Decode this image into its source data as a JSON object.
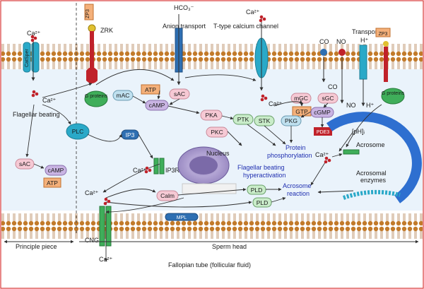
{
  "labels": {
    "ca2_top_left": "Ca²⁺",
    "catsper": "CatSper",
    "zp3_left": "ZP3",
    "zrk": "ZRK",
    "g_proteins_left": "G proteins",
    "anion_transport": "Anion transport",
    "hco3": "HCO₃⁻",
    "t_type_channel": "T-type calcium channel",
    "ca2_top_center": "Ca²⁺",
    "co": "CO",
    "no_top": "NO",
    "transporter": "Transporter",
    "h_plus_top": "H⁺",
    "zp3_right": "ZP3",
    "g_proteins_right": "G proteins",
    "ca2_left_mid": "Ca²⁺",
    "flagellar_beating": "Flagellar beating",
    "plc": "PLC",
    "sac_left": "sAC",
    "camp_left": "cAMP",
    "atp_left": "ATP",
    "mac": "mAC",
    "atp_center": "ATP",
    "camp_center": "cAMP",
    "sac_center": "sAC",
    "pka": "PKA",
    "ptk": "PTK",
    "pkc": "PKC",
    "ip3": "IP3",
    "ca2_ip3r": "Ca²⁺",
    "ip3r": "IP3R",
    "nucleus": "Nucleus",
    "mgc": "mGC",
    "gtp": "GTP",
    "co_inner": "CO",
    "sgc": "sGC",
    "cgmp": "cGMP",
    "pde3": "PDE3",
    "no_inner": "NO",
    "h_plus_inner": "H⁺",
    "ca2_channel_bottom": "Ca²⁺",
    "stk": "STK",
    "pkg": "PKG",
    "ph_i": "[pH]ᵢ",
    "protein_phosphorylation": "Protein phosphorylation",
    "ca2_acrosome": "Ca²⁺",
    "acrosome": "Acrosome",
    "acrosomal_enzymes": "Acrosomal enzymes",
    "flagellar_hyperactivation": "Flagellar beating hyperactivation",
    "pld_upper": "PLD",
    "acrosome_reaction": "Acrosome reaction",
    "ca2_bottom_left": "Ca²⁺",
    "calm": "Calm",
    "pld_lower": "PLD",
    "mpl": "MPL",
    "cng": "CNG",
    "ca2_bottom": "Ca²⁺",
    "principle_piece": "Principle piece",
    "sperm_head": "Sperm head",
    "fallopian_tube": "Fallopian tube (follicular fluid)"
  },
  "colors": {
    "frame": "#d83a3a",
    "membrane_head": "#c27a2a",
    "membrane_tail": "#9a6a3a",
    "cytoplasm": "#eaf3fb",
    "outer": "#ffffff",
    "node_pink": "#f6c9d4",
    "node_orange": "#f4b07a",
    "node_purple": "#c9b4e3",
    "node_green": "#c9ecc9",
    "node_blue": "#bfe0ef",
    "node_red": "#c0222a",
    "channel_teal": "#2aa9c8",
    "channel_green": "#3fae5a",
    "channel_blue": "#2e6fb2",
    "acrosome_blue": "#2e6fd0",
    "arrow": "#303030"
  }
}
